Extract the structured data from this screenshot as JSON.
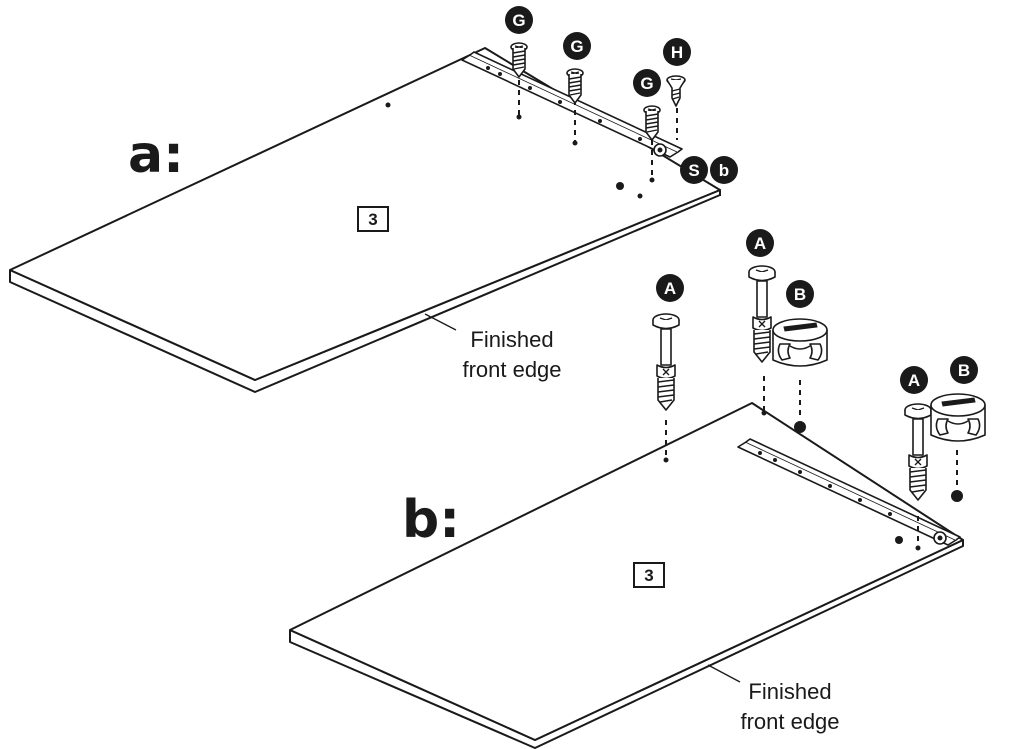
{
  "steps": {
    "a": {
      "label": "a:",
      "panel_number": "3",
      "edge_note_line1": "Finished",
      "edge_note_line2": "front edge"
    },
    "b": {
      "label": "b:",
      "panel_number": "3",
      "edge_note_line1": "Finished",
      "edge_note_line2": "front edge"
    }
  },
  "hardware": {
    "G": "G",
    "H": "H",
    "S": "S",
    "b": "b",
    "A": "A",
    "B": "B"
  },
  "colors": {
    "ink": "#1a1a1a",
    "paper": "#ffffff"
  }
}
